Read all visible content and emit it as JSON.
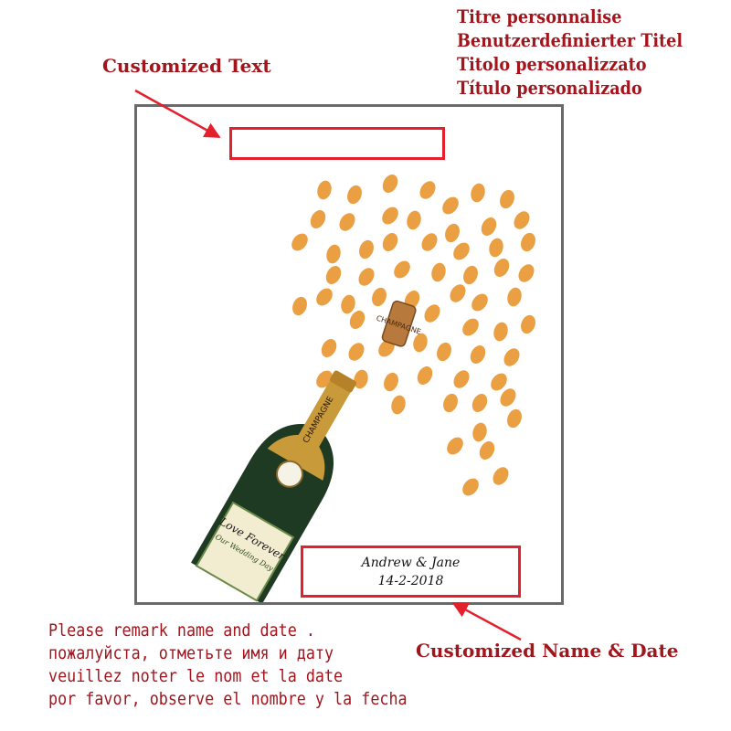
{
  "title_translations": [
    "Titre personnalise",
    "Benutzerdefinierter Titel",
    "Titolo personalizzato",
    "Título personalizado"
  ],
  "callouts": {
    "customized_text": "Customized Text",
    "customized_name_date": "Customized Name & Date"
  },
  "artwork": {
    "bottle_neck_label": "CHAMPAGNE",
    "cork_label": "CHAMPAGNE",
    "bottle_label_line1": "Love Forever",
    "bottle_label_line2": "Our Wedding Day"
  },
  "name_box": {
    "names": "Andrew & Jane",
    "date": "14-2-2018"
  },
  "remarks": [
    "Please remark name and date .",
    "пожалуйста, отметьте имя и дату",
    "veuillez noter le nom et la date",
    "por favor, observe el nombre y la fecha"
  ],
  "colors": {
    "accent_text": "#a3151d",
    "box_border": "#e3202c",
    "frame_border": "#6a6a6a",
    "fingerprint": "#e8952e",
    "bottle_green": "#1f3a22",
    "foil_gold": "#c99a3a"
  }
}
